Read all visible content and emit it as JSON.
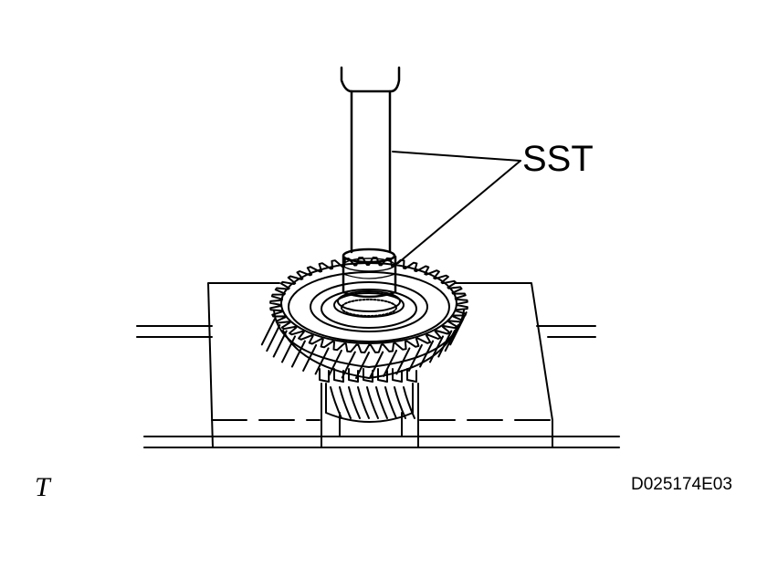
{
  "callout": {
    "label": "SST"
  },
  "figure_id": "D025174E03",
  "corner_mark": "T",
  "colors": {
    "line": "#000000",
    "background": "#ffffff"
  }
}
